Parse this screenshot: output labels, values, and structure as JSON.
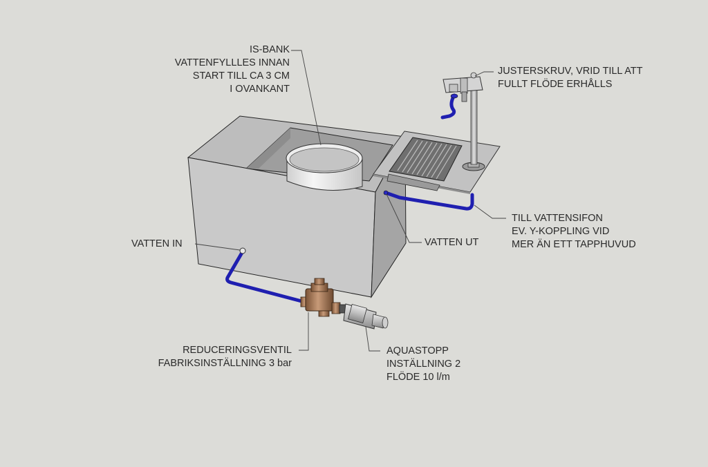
{
  "labels": {
    "isbank": [
      "IS-BANK",
      "VATTENFYLLLES INNAN",
      "START TILL CA 3 CM",
      "I OVANKANT"
    ],
    "justerskruv": [
      "JUSTERSKRUV, VRID TILL ATT",
      "FULLT FLÖDE ERHÅLLS"
    ],
    "vatten_in": [
      "VATTEN IN"
    ],
    "vatten_ut": [
      "VATTEN UT"
    ],
    "vattensifon": [
      "TILL VATTENSIFON",
      "EV. Y-KOPPLING VID",
      "MER ÄN ETT TAPPHUVUD"
    ],
    "reduceringsventil": [
      "REDUCERINGSVENTIL",
      "FABRIKSINSTÄLLNING 3 bar"
    ],
    "aquastopp": [
      "AQUASTOPP",
      "INSTÄLLNING 2",
      "FLÖDE 10 l/m"
    ]
  },
  "colors": {
    "background": "#dcdcd8",
    "pipe": "#1f1fb0",
    "valve": "#9a6e4c",
    "box_front": "#c8c8c8",
    "box_side": "#a4a4a4",
    "box_top": "#b9b9b9"
  }
}
